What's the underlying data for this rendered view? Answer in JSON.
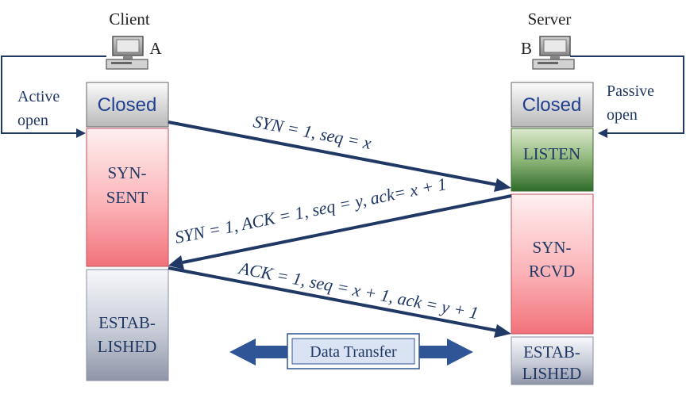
{
  "client": {
    "title": "Client",
    "label": "A",
    "states": {
      "closed": "Closed",
      "syn_sent_1": "SYN-",
      "syn_sent_2": "SENT",
      "established_1": "ESTAB-",
      "established_2": "LISHED"
    },
    "open_1": "Active",
    "open_2": "open"
  },
  "server": {
    "title": "Server",
    "label": "B",
    "states": {
      "closed": "Closed",
      "listen": "LISTEN",
      "syn_rcvd_1": "SYN-",
      "syn_rcvd_2": "RCVD",
      "established_1": "ESTAB-",
      "established_2": "LISHED"
    },
    "open_1": "Passive",
    "open_2": "open"
  },
  "messages": {
    "syn": "SYN = 1, seq = x",
    "syn_ack": "SYN = 1, ACK = 1, seq = y, ack= x + 1",
    "ack": "ACK = 1, seq = x + 1, ack = y + 1"
  },
  "data_transfer": "Data Transfer"
}
